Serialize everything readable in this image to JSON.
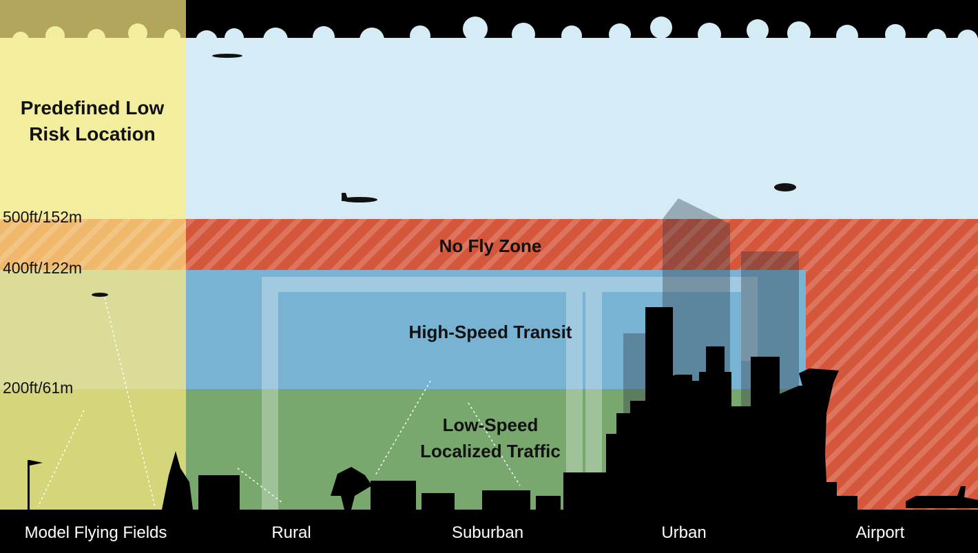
{
  "left_zone": {
    "title": "Predefined Low Risk Location"
  },
  "altitudes": [
    {
      "label": "500ft/152m"
    },
    {
      "label": "400ft/122m"
    },
    {
      "label": "200ft/61m"
    }
  ],
  "zones": {
    "no_fly": "No Fly Zone",
    "high_speed": "High-Speed Transit",
    "low_speed_line1": "Low-Speed",
    "low_speed_line2": "Localized Traffic"
  },
  "ground_labels": [
    "Model Flying Fields",
    "Rural",
    "Suburban",
    "Urban",
    "Airport"
  ],
  "colors": {
    "sky": "#d5ecf6",
    "no_fly": "#d5573b",
    "high_speed": "#79b3d3",
    "low_speed": "#78a86e",
    "left_sky": "#f3ee9e",
    "left_no_fly": "#f0b86a",
    "left_high": "#dbdc98",
    "left_low": "#d5d67a",
    "ground": "#000000"
  }
}
